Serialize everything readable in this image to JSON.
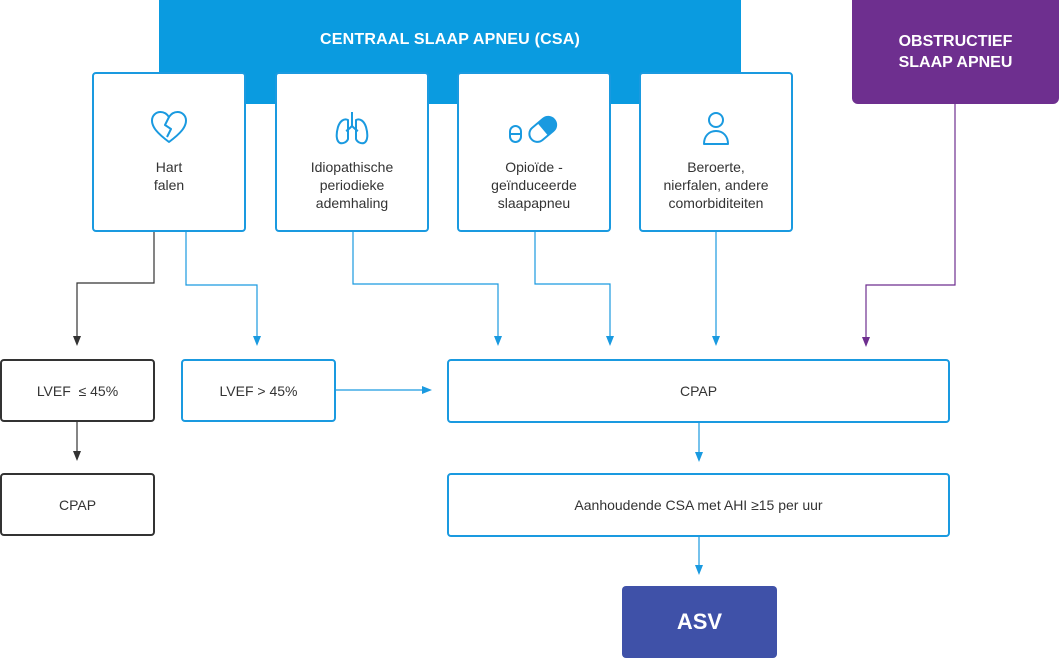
{
  "banners": {
    "csa": "CENTRAAL SLAAP APNEU (CSA)",
    "osa_line1": "OBSTRUCTIEF",
    "osa_line2": "SLAAP APNEU"
  },
  "causes": [
    {
      "icon": "heart-icon",
      "line1": "Hart",
      "line2": "falen",
      "line3": ""
    },
    {
      "icon": "lungs-icon",
      "line1": "Idiopathische",
      "line2": "periodieke",
      "line3": "ademhaling"
    },
    {
      "icon": "pills-icon",
      "line1": "Opioïde -",
      "line2": "geïnduceerde",
      "line3": "slaapapneu"
    },
    {
      "icon": "person-icon",
      "line1": "Beroerte,",
      "line2": "nierfalen, andere",
      "line3": "comorbiditeiten"
    }
  ],
  "nodes": {
    "lvef_low": "LVEF  ≤ 45%",
    "lvef_high": "LVEF > 45%",
    "cpap_left": "CPAP",
    "cpap_main": "CPAP",
    "persistent": "Aanhoudende CSA met AHI ≥15 per uur",
    "asv": "ASV"
  },
  "colors": {
    "csa_blue": "#0a9be0",
    "osa_purple": "#6e2f8f",
    "asv_indigo": "#3f51a8",
    "line_blue": "#1a9ae0",
    "line_dark": "#333333"
  }
}
